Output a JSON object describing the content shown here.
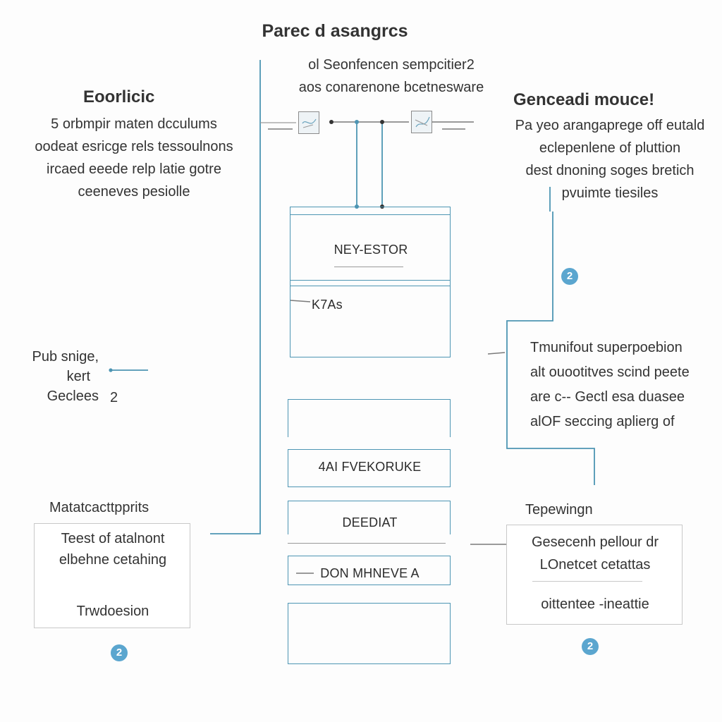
{
  "colors": {
    "accent": "#4d95b3",
    "badge": "#5ba6cf",
    "text": "#333333",
    "grey": "#c8c8c8"
  },
  "title": "Parec d asangrcs",
  "top_note": [
    "ol Seonfencen sempcitier2",
    "aos conarenone bcetnesware"
  ],
  "left_block": {
    "heading": "Eoorlicic",
    "lines": [
      "5 orbmpir maten dcculums",
      "oodeat esricge rels tessoulnons",
      "ircaed eeede relp latie gotre",
      "ceeneves pesiolle"
    ]
  },
  "right_block": {
    "heading": "Genceadi mouce!",
    "lines": [
      "Pa yeo arangaprege off eutald",
      "eclepenlene of pluttion",
      "dest dnoning soges bretich",
      "pvuimte tiesiles"
    ]
  },
  "left_mid": {
    "lines": [
      "Pub snige,",
      "kert",
      "Geclees"
    ],
    "number": "2"
  },
  "right_mid": {
    "lines": [
      "Tmunifout superpoebion",
      "alt ouootitves scind peete",
      "are c-- Gectl esa duasee",
      "alOF seccing aplierg of"
    ]
  },
  "left_card": {
    "heading": "Matatcacttpprits",
    "lines": [
      "Teest of atalnont",
      "elbehne cetahing"
    ],
    "footer": "Trwdoesion"
  },
  "right_card": {
    "heading": "Tepewingn",
    "lines": [
      "Gesecenh pellour dr",
      "LOnetcet cetattas"
    ],
    "footer": "oittentee -ineattie"
  },
  "center_boxes": {
    "box1": "NEY-ESTOR",
    "box2": "K7As",
    "box3": "",
    "box4": "4AI FVEKORUKE",
    "box5": "DEEDIAT",
    "box6": "DON MHNEVE A",
    "box7": ""
  },
  "badges": {
    "right_upper": "2",
    "left_bottom": "2",
    "right_bottom": "2"
  },
  "icons": {
    "left": "component-icon",
    "right": "component-icon"
  }
}
